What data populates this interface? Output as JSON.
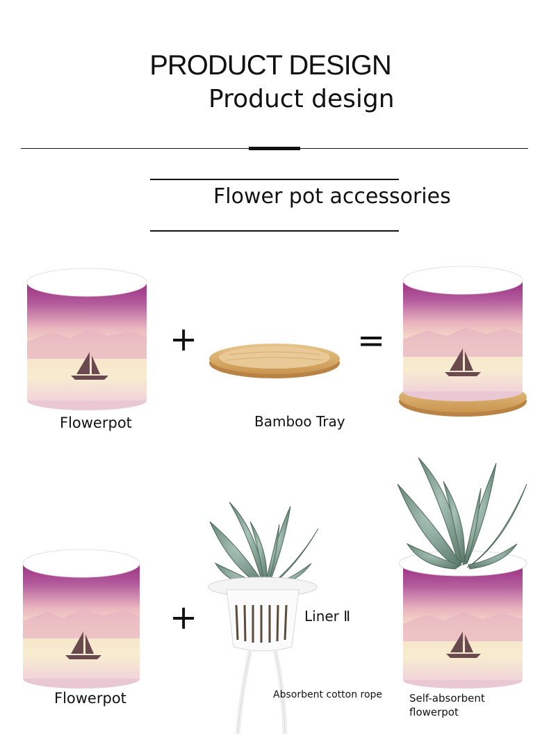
{
  "header": {
    "title": "PRODUCT DESIGN",
    "subtitle": "Product design"
  },
  "section": {
    "title": "Flower pot accessories"
  },
  "row1": {
    "item1_label": "Flowerpot",
    "operator_plus": "+",
    "item2_label": "Bamboo Tray",
    "operator_equals": "="
  },
  "row2": {
    "item1_label": "Flowerpot",
    "operator_plus": "+",
    "liner_label": "Liner Ⅱ",
    "rope_label": "Absorbent cotton rope",
    "result_label_line1": "Self-absorbent",
    "result_label_line2": "flowerpot"
  },
  "colors": {
    "pot_top": "#a2357e",
    "pot_mid": "#f4c9c4",
    "pot_bottom": "#f6ecc9",
    "bamboo": "#e0b97a",
    "succulent": "#7f9a8a"
  }
}
